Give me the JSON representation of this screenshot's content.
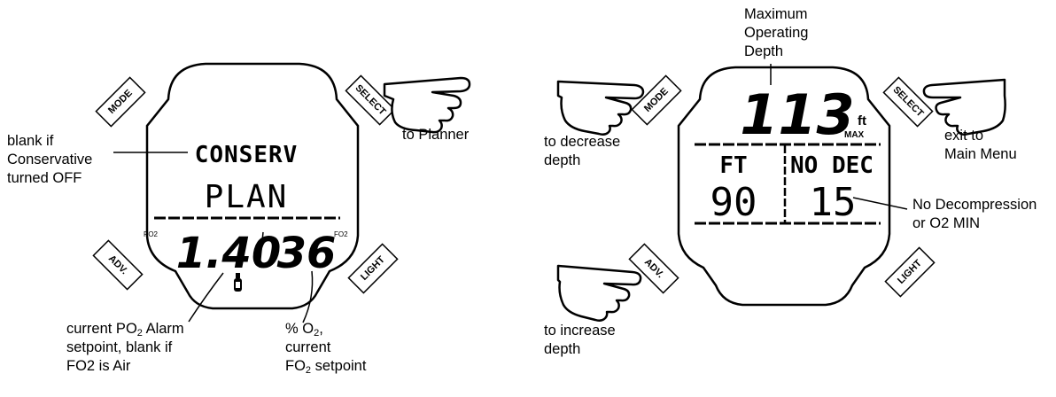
{
  "left_device": {
    "buttons": {
      "mode": "MODE",
      "select": "SELECT",
      "adv": "ADV.",
      "light": "LIGHT"
    },
    "screen": {
      "conserv": "CONSERV",
      "plan": "PLAN",
      "po2_tag": "PO2",
      "fo2_tag": "FO2",
      "po2_value": "1.40",
      "fo2_value": "36"
    },
    "labels": {
      "planner": "to Planner",
      "conserv_note": [
        "blank if",
        "Conservative",
        "turned OFF"
      ],
      "po2_note": [
        "current PO",
        "2",
        " Alarm",
        "setpoint, blank if",
        "FO2 is Air"
      ],
      "o2_note": [
        "% O",
        "2",
        ",",
        "current",
        "FO",
        "2",
        " setpoint"
      ]
    }
  },
  "right_device": {
    "buttons": {
      "mode": "MODE",
      "select": "SELECT",
      "adv": "ADV.",
      "light": "LIGHT"
    },
    "screen": {
      "max_depth": "113",
      "unit": "ft",
      "max_tag": "MAX",
      "ft_header": "FT",
      "nodec_header": "NO DEC",
      "depth_value": "90",
      "nodec_value": "15"
    },
    "labels": {
      "mod": [
        "Maximum",
        "Operating",
        "Depth"
      ],
      "decrease": [
        "to decrease",
        "depth"
      ],
      "exit": [
        "exit to",
        "Main Menu"
      ],
      "nodec": [
        "No Decompression",
        "or O2 MIN"
      ],
      "increase": [
        "to increase",
        "depth"
      ]
    }
  }
}
